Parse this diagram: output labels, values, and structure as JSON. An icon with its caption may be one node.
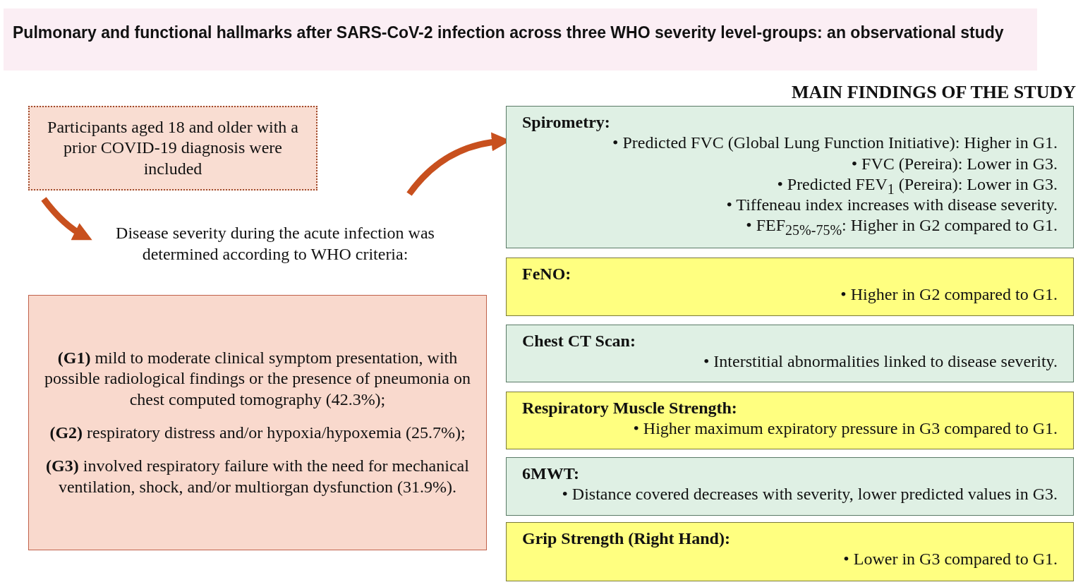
{
  "diagram": {
    "title": "Pulmonary and functional hallmarks after SARS-CoV-2 infection across three WHO severity level-groups: an observational study",
    "nodes": [
      {
        "text": [
          "Participants aged 18 and older with a prior COVID-19 diagnosis were included"
        ]
      },
      {
        "text": [
          "Disease severity during the acute infection was determined according to WHO criteria:"
        ]
      },
      {
        "text": [
          "**(G1)** mild to moderate clinical symptom presentation, with possible radiological findings or the presence of pneumonia on chest computed tomography (42.3%);",
          "**(G2)** respiratory distress and/or hypoxia/hypoxemia (25.7%);",
          "**(G3)** involved respiratory failure with the need for mechanical ventilation, shock, and/or multiorgan dysfunction (31.9%)."
        ]
      },
      {
        "text": [
          "Spirometry:",
          "• Predicted FVC (Global Lung Function Initiative): Higher in G1.",
          "• FVC (Pereira): Lower in G3.",
          "• Predicted FEV$_{1}$ (Pereira): Lower in G3.",
          "• Tiffeneau index increases with disease severity.",
          "• FEF$_{25%-75%}$: Higher in G2 compared to G1."
        ]
      },
      {
        "text": [
          "FeNO:",
          "• Higher in G2 compared to G1."
        ]
      },
      {
        "text": [
          "Chest CT Scan:",
          "• Interstitial abnormalities linked to disease severity."
        ]
      },
      {
        "text": [
          "Respiratory Muscle Strength:",
          "• Higher maximum expiratory pressure in G3 compared to G1."
        ]
      },
      {
        "text": [
          "6MWT:",
          "• Distance covered decreases with severity, lower predicted values in G3."
        ]
      },
      {
        "text": [
          "Grip Strength (Right Hand):",
          "• Lower in G3 compared to G1."
        ]
      }
    ],
    "edges": [
      {
        "from": 0,
        "to": 1,
        "arrow": "to"
      },
      {
        "from": null,
        "to": 3,
        "arrow": "to"
      }
    ],
    "labels": [
      "MAIN FINDINGS OF THE STUDY"
    ]
  }
}
